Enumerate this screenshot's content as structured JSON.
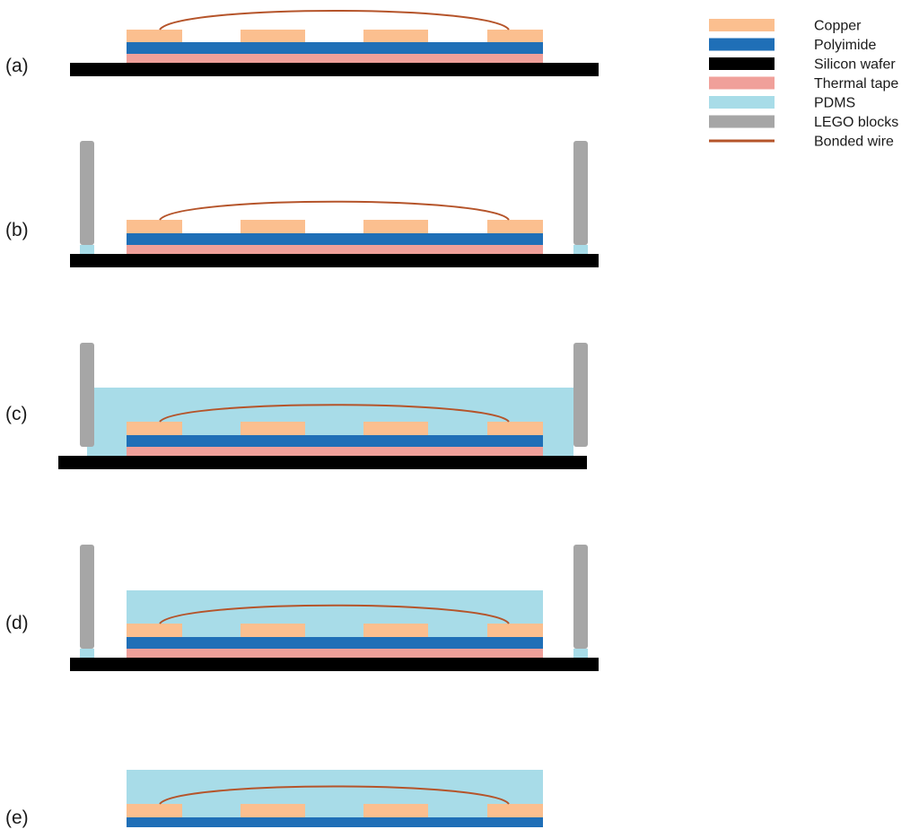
{
  "legend": {
    "items": [
      {
        "key": "copper",
        "label": "Copper",
        "color": "#fbbf8f"
      },
      {
        "key": "polyimide",
        "label": "Polyimide",
        "color": "#1f6fb7"
      },
      {
        "key": "silicon",
        "label": "Silicon wafer",
        "color": "#000000"
      },
      {
        "key": "tape",
        "label": "Thermal tape",
        "color": "#f0a09a"
      },
      {
        "key": "pdms",
        "label": "PDMS",
        "color": "#a8dce8"
      },
      {
        "key": "lego",
        "label": "LEGO blocks",
        "color": "#a6a6a6"
      },
      {
        "key": "wire",
        "label": "Bonded wire",
        "color": "#b5542a"
      }
    ]
  },
  "panels": [
    {
      "id": "a",
      "label": "(a)",
      "lego": false,
      "pdms": "none",
      "wafer": true,
      "tape": true
    },
    {
      "id": "b",
      "label": "(b)",
      "lego": true,
      "pdms": "feet",
      "wafer": true,
      "tape": true
    },
    {
      "id": "c",
      "label": "(c)",
      "lego": true,
      "pdms": "pool",
      "wafer": true,
      "tape": true
    },
    {
      "id": "d",
      "label": "(d)",
      "lego": true,
      "pdms": "block",
      "wafer": true,
      "tape": true
    },
    {
      "id": "e",
      "label": "(e)",
      "lego": false,
      "pdms": "block",
      "wafer": false,
      "tape": false
    }
  ]
}
